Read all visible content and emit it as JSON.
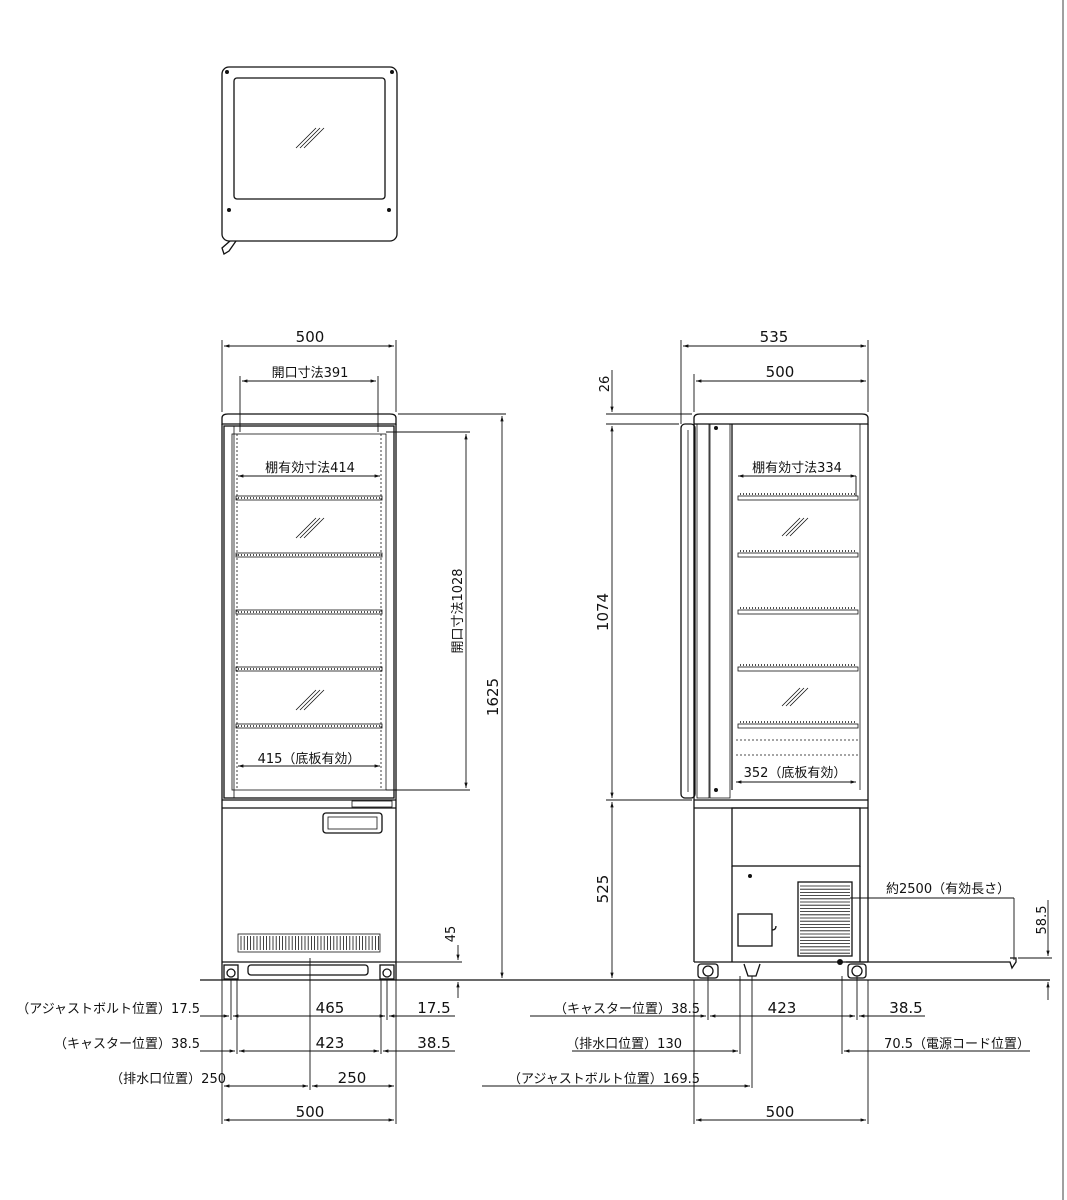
{
  "top_view": {},
  "front_view": {
    "width_overall": "500",
    "opening_width": "開口寸法391",
    "shelf_width": "棚有効寸法414",
    "bottom_width": "415（底板有効）",
    "opening_height": "開口寸法1028",
    "height_overall": "1625",
    "foot_height": "45"
  },
  "side_view": {
    "depth_overall": "535",
    "depth_body": "500",
    "door_thickness": "26",
    "shelf_depth": "棚有効寸法334",
    "bottom_depth": "352（底板有効）",
    "cabinet_height": "1074",
    "base_height": "525",
    "cord_length": "約2500（有効長さ）",
    "cord_height": "58.5"
  },
  "front_dims": {
    "row1": {
      "label": "（アジャストボルト位置）17.5",
      "mid": "465",
      "right": "17.5"
    },
    "row2": {
      "label": "（キャスター位置）38.5",
      "mid": "423",
      "right": "38.5"
    },
    "row3": {
      "label": "（排水口位置）250",
      "mid": "250"
    },
    "row4": {
      "mid": "500"
    }
  },
  "side_dims": {
    "row1": {
      "label": "（キャスター位置）38.5",
      "mid": "423",
      "right": "38.5"
    },
    "row2": {
      "label": "（排水口位置）130",
      "right": "70.5（電源コード位置）"
    },
    "row3": {
      "label": "（アジャストボルト位置）169.5"
    },
    "row4": {
      "mid": "500"
    }
  }
}
